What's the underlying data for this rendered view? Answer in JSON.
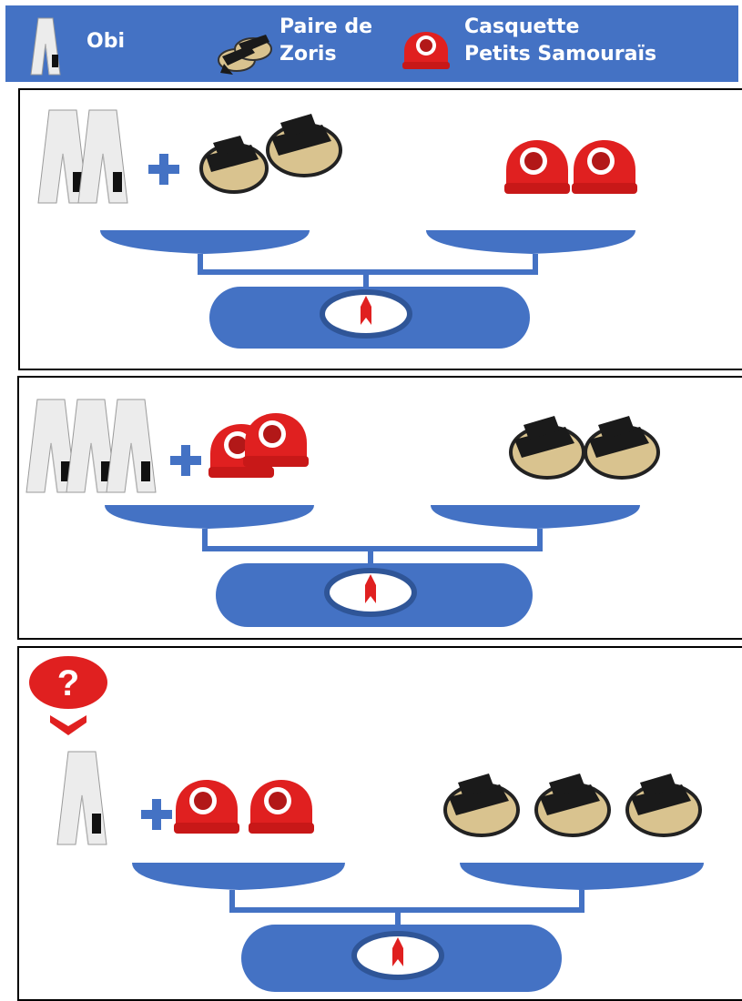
{
  "legend": {
    "obi": "Obi",
    "zoris_line1": "Paire de",
    "zoris_line2": "Zoris",
    "cap_line1": "Casquette",
    "cap_line2": "Petits Samouraïs"
  },
  "question_mark": "?",
  "panels": [
    {
      "left": {
        "obi": 2,
        "cap": 0,
        "zori": 2
      },
      "right": {
        "obi": 0,
        "cap": 2,
        "zori": 0
      }
    },
    {
      "left": {
        "obi": 3,
        "cap": 2,
        "zori": 0
      },
      "right": {
        "obi": 0,
        "cap": 0,
        "zori": 2
      }
    },
    {
      "left": {
        "obi": 1,
        "cap": 2,
        "zori": 0
      },
      "right": {
        "obi": 0,
        "cap": 0,
        "zori": 3
      },
      "left_has_unknown": true
    }
  ],
  "colors": {
    "blue": "#4472c4",
    "red": "#e02020",
    "black": "#1a1a1a",
    "straw": "#d9c38f",
    "belt": "#e7e7e7"
  }
}
